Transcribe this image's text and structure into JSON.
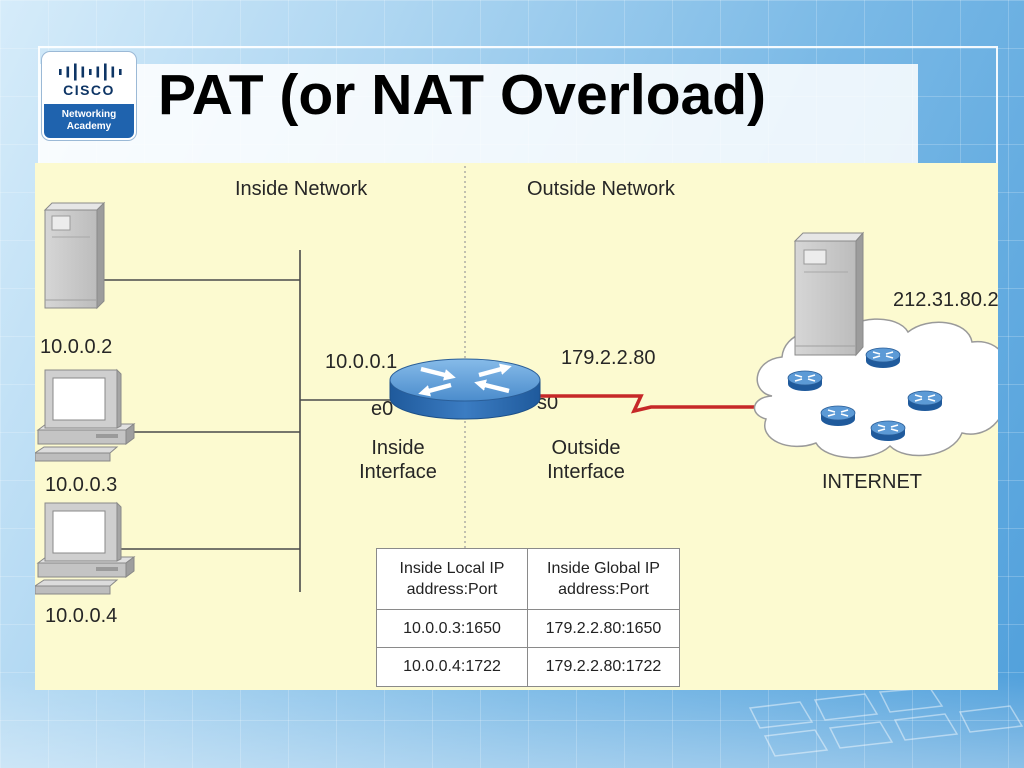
{
  "slide": {
    "title": "PAT (or NAT Overload)",
    "logo": {
      "brand": "CISCO",
      "line1": "Networking",
      "line2": "Academy",
      "icon": "cisco-bridge-logo-icon"
    },
    "colors": {
      "title_panel": "#f4f9fd",
      "logo_band": "#1f63ae",
      "background_accent": "#4f9fdb"
    }
  },
  "diagram": {
    "inside_label": "Inside Network",
    "outside_label": "Outside Network",
    "hosts": [
      {
        "ip": "10.0.0.2",
        "icon": "server-icon"
      },
      {
        "ip": "10.0.0.3",
        "icon": "pc-icon"
      },
      {
        "ip": "10.0.0.4",
        "icon": "pc-icon"
      }
    ],
    "router": {
      "icon": "router-icon",
      "inside_ip": "10.0.0.1",
      "inside_port": "e0",
      "outside_port": "s0",
      "outside_ip": "179.2.2.80",
      "inside_interface": [
        "Inside",
        "Interface"
      ],
      "outside_interface": [
        "Outside",
        "Interface"
      ]
    },
    "internet": {
      "label": "INTERNET",
      "icon": "cloud-icon",
      "server_ip": "212.31.80.2",
      "server_icon": "server-icon"
    },
    "colors": {
      "panel": "#fcfad0",
      "router": "#5c9ad6",
      "serial_link": "#c62828",
      "cabling": "#4a4a4a"
    }
  },
  "nat_table": {
    "headers": [
      [
        "Inside Local IP",
        "address:Port"
      ],
      [
        "Inside Global IP",
        "address:Port"
      ]
    ],
    "rows": [
      [
        "10.0.0.3:1650",
        "179.2.2.80:1650"
      ],
      [
        "10.0.0.4:1722",
        "179.2.2.80:1722"
      ]
    ]
  }
}
